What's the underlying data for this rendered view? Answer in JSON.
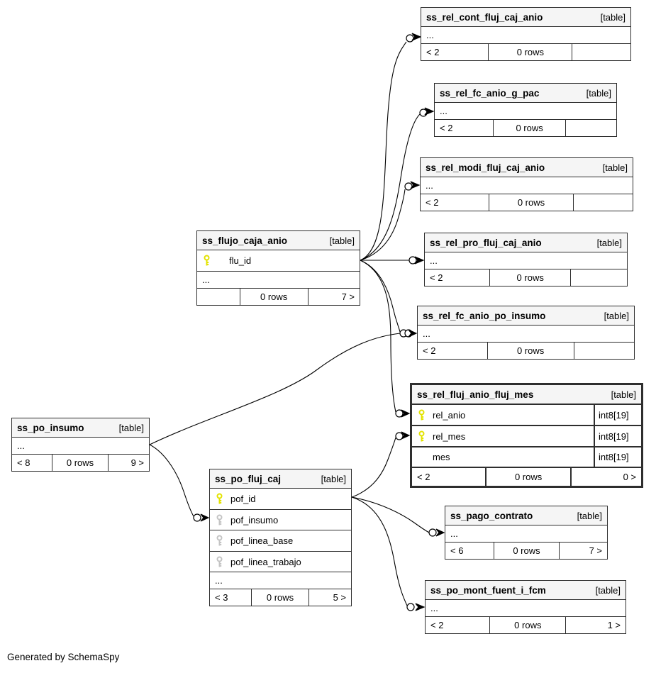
{
  "credit": "Generated by SchemaSpy",
  "colors": {
    "header_bg": "#f5f5f5",
    "table_border": "#2e2e2e",
    "focal_border": "#000000",
    "primary_key": "#e3e300",
    "foreign_key": "#c4c4c4",
    "line": "#000000"
  },
  "tables": {
    "cont": {
      "name": "ss_rel_cont_fluj_caj_anio",
      "badge": "[table]",
      "ellipsis": "...",
      "foot_left": "< 2",
      "foot_mid": "0 rows",
      "foot_right": ""
    },
    "gpac": {
      "name": "ss_rel_fc_anio_g_pac",
      "badge": "[table]",
      "ellipsis": "...",
      "foot_left": "< 2",
      "foot_mid": "0 rows",
      "foot_right": ""
    },
    "modi": {
      "name": "ss_rel_modi_fluj_caj_anio",
      "badge": "[table]",
      "ellipsis": "...",
      "foot_left": "< 2",
      "foot_mid": "0 rows",
      "foot_right": ""
    },
    "pro": {
      "name": "ss_rel_pro_fluj_caj_anio",
      "badge": "[table]",
      "ellipsis": "...",
      "foot_left": "< 2",
      "foot_mid": "0 rows",
      "foot_right": ""
    },
    "flujo": {
      "name": "ss_flujo_caja_anio",
      "badge": "[table]",
      "ellipsis": "...",
      "fields": [
        {
          "name": "flu_id",
          "key": "pk"
        }
      ],
      "foot_left": "",
      "foot_mid": "0 rows",
      "foot_right": "7 >"
    },
    "fcpo": {
      "name": "ss_rel_fc_anio_po_insumo",
      "badge": "[table]",
      "ellipsis": "...",
      "foot_left": "< 2",
      "foot_mid": "0 rows",
      "foot_right": ""
    },
    "focal": {
      "name": "ss_rel_fluj_anio_fluj_mes",
      "badge": "[table]",
      "fields": [
        {
          "name": "rel_anio",
          "key": "pk",
          "type": "int8[19]"
        },
        {
          "name": "rel_mes",
          "key": "pk",
          "type": "int8[19]"
        },
        {
          "name": "mes",
          "key": "none",
          "type": "int8[19]"
        }
      ],
      "foot_left": "< 2",
      "foot_mid": "0 rows",
      "foot_right": "0 >"
    },
    "poinsumo": {
      "name": "ss_po_insumo",
      "badge": "[table]",
      "ellipsis": "...",
      "foot_left": "< 8",
      "foot_mid": "0 rows",
      "foot_right": "9 >"
    },
    "pofluj": {
      "name": "ss_po_fluj_caj",
      "badge": "[table]",
      "ellipsis": "...",
      "fields": [
        {
          "name": "pof_id",
          "key": "pk"
        },
        {
          "name": "pof_insumo",
          "key": "fk"
        },
        {
          "name": "pof_linea_base",
          "key": "fk"
        },
        {
          "name": "pof_linea_trabajo",
          "key": "fk"
        }
      ],
      "foot_left": "< 3",
      "foot_mid": "0 rows",
      "foot_right": "5 >"
    },
    "pago": {
      "name": "ss_pago_contrato",
      "badge": "[table]",
      "ellipsis": "...",
      "foot_left": "< 6",
      "foot_mid": "0 rows",
      "foot_right": "7 >"
    },
    "mont": {
      "name": "ss_po_mont_fuent_i_fcm",
      "badge": "[table]",
      "ellipsis": "...",
      "foot_left": "< 2",
      "foot_mid": "0 rows",
      "foot_right": "1 >"
    }
  }
}
